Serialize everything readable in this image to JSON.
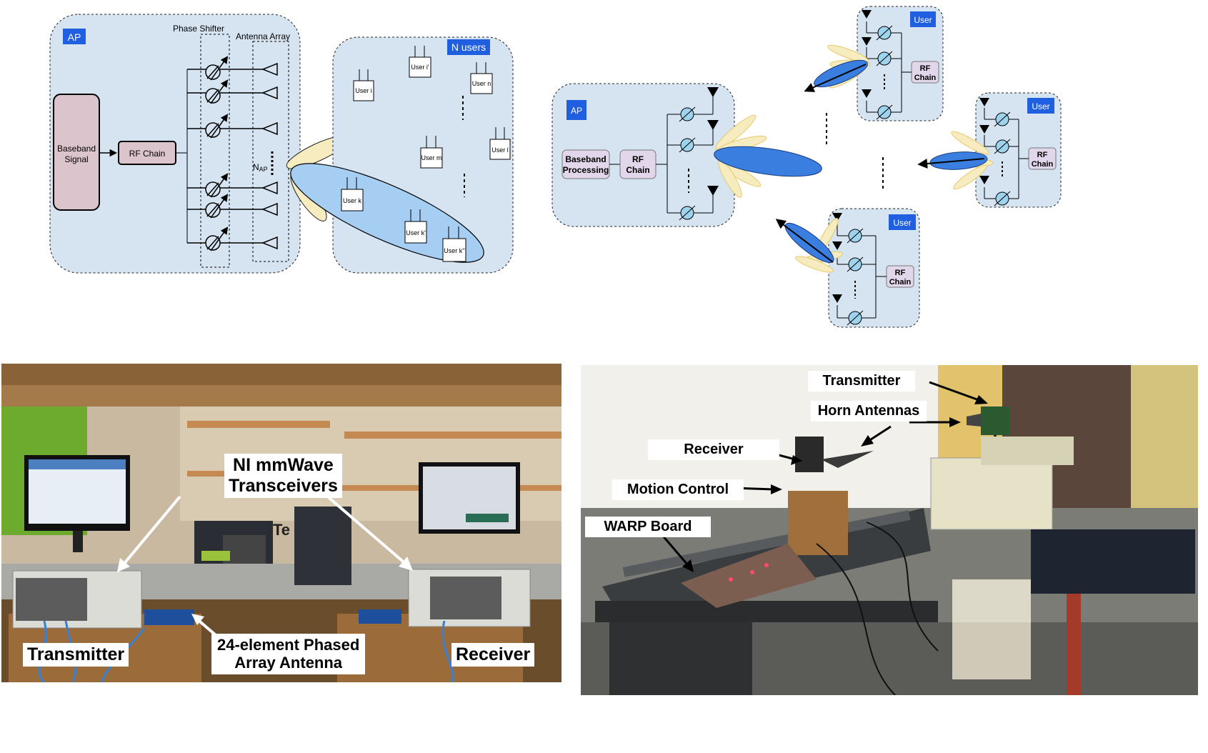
{
  "diagram_left": {
    "ap_badge": "AP",
    "baseband_label": [
      "Baseband",
      "Signal"
    ],
    "rf_chain_label": "RF Chain",
    "phase_shifter_label": "Phase Shifter",
    "antenna_array_label": "Antenna Array",
    "nap_label": "N",
    "nap_sub": "AP",
    "users_badge": "N users",
    "users": [
      "User i",
      "User i'",
      "User n",
      "User m",
      "User l",
      "User k",
      "User k'",
      "User k''"
    ]
  },
  "diagram_right": {
    "ap_badge": "AP",
    "baseband_label": [
      "Baseband",
      "Processing"
    ],
    "rf_chain_label": [
      "RF",
      "Chain"
    ],
    "user_badge": "User",
    "user_rf_label": [
      "RF",
      "Chain"
    ]
  },
  "photo_left": {
    "label_transceivers": [
      "NI mmWave",
      "Transceivers"
    ],
    "label_transmitter": "Transmitter",
    "label_receiver": "Receiver",
    "label_antenna": [
      "24-element Phased",
      "Array Antenna"
    ],
    "bg_text": "Te"
  },
  "photo_right": {
    "label_transmitter": "Transmitter",
    "label_horn": "Horn Antennas",
    "label_receiver": "Receiver",
    "label_motion": "Motion Control",
    "label_warp": "WARP Board"
  },
  "colors": {
    "panel_fill": "#d6e4f2",
    "badge_blue": "#1f5fe0",
    "block_pink": "#dcc4cc",
    "beam_blue": "#8fbff0",
    "side_lobe": "#f7ecc0"
  }
}
